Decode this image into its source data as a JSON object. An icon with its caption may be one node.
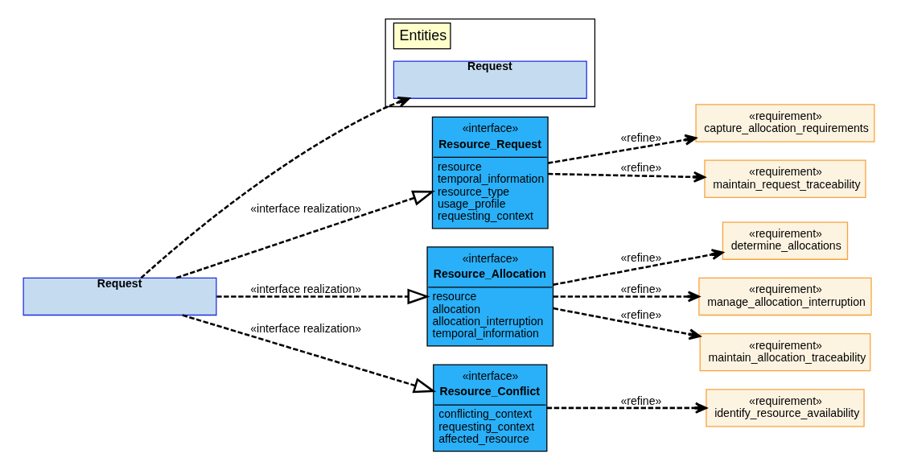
{
  "diagram": {
    "nodes": [
      {
        "text": [
          "Request"
        ]
      },
      {
        "text": [
          "Entities"
        ]
      },
      {
        "text": [
          "Request"
        ],
        "in": 1
      },
      {
        "text": [
          "«interface»",
          "Resource_Request",
          "resource",
          "temporal_information",
          "resource_type",
          "usage_profile",
          "requesting_context"
        ]
      },
      {
        "text": [
          "«requirement»",
          "capture_allocation_requirements"
        ]
      },
      {
        "text": [
          "«requirement»",
          "maintain_request_traceability"
        ]
      },
      {
        "text": [
          "«interface»",
          "Resource_Allocation",
          "resource",
          "allocation",
          "allocation_interruption",
          "temporal_information"
        ]
      },
      {
        "text": [
          "«requirement»",
          "determine_allocations"
        ]
      },
      {
        "text": [
          "«requirement»",
          "manage_allocation_interruption"
        ]
      },
      {
        "text": [
          "«requirement»",
          "maintain_allocation_traceability"
        ]
      },
      {
        "text": [
          "«interface»",
          "Resource_Conflict",
          "conflicting_context",
          "requesting_context",
          "affected_resource"
        ]
      },
      {
        "text": [
          "«requirement»",
          "identify_resource_availability"
        ]
      }
    ],
    "edges": [
      {
        "from": 0,
        "to": 3,
        "arrow": "to",
        "label": "«interface realization»",
        "style": "dashed"
      },
      {
        "from": 0,
        "to": 6,
        "arrow": "to",
        "label": "«interface realization»",
        "style": "dashed"
      },
      {
        "from": 0,
        "to": 10,
        "arrow": "to",
        "label": "«interface realization»",
        "style": "dashed"
      },
      {
        "from": 0,
        "to": 2,
        "arrow": "to",
        "style": "dashed"
      },
      {
        "from": 3,
        "to": 4,
        "arrow": "to",
        "label": "«refine»",
        "style": "dashed"
      },
      {
        "from": 3,
        "to": 5,
        "arrow": "to",
        "label": "«refine»",
        "style": "dashed"
      },
      {
        "from": 6,
        "to": 7,
        "arrow": "to",
        "label": "«refine»",
        "style": "dashed"
      },
      {
        "from": 6,
        "to": 8,
        "arrow": "to",
        "label": "«refine»",
        "style": "dashed"
      },
      {
        "from": 6,
        "to": 9,
        "arrow": "to",
        "label": "«refine»",
        "style": "dashed"
      },
      {
        "from": 10,
        "to": 11,
        "arrow": "to",
        "label": "«refine»",
        "style": "dashed"
      }
    ]
  }
}
